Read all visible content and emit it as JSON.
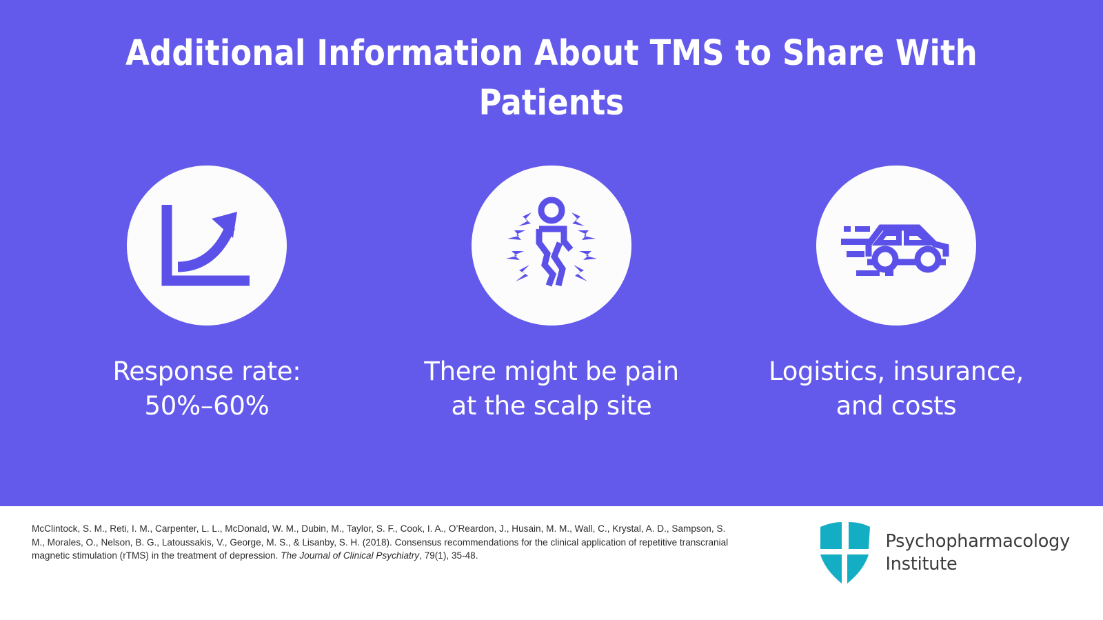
{
  "slide": {
    "background_color": "#6359EA",
    "title": "Additional Information About TMS to Share With Patients"
  },
  "cards": [
    {
      "icon": "growth-chart-arrow-icon",
      "caption": "Response rate:\n50%–60%"
    },
    {
      "icon": "person-in-pain-icon",
      "caption": "There might be pain\nat the scalp site"
    },
    {
      "icon": "car-with-speed-lines-icon",
      "caption": "Logistics, insurance,\nand costs"
    }
  ],
  "footer": {
    "citation": {
      "before_italic": "McClintock, S. M., Reti, I. M., Carpenter, L. L., McDonald, W. M., Dubin, M., Taylor, S. F., Cook, I. A., O’Reardon, J., Husain, M. M., Wall, C., Krystal, A. D., Sampson, S. M., Morales, O., Nelson, B. G., Latoussakis, V., George, M. S., & Lisanby, S. H. (2018). Consensus recommendations for the clinical application of repetitive transcranial magnetic stimulation (rTMS) in the treatment of depression. ",
      "italic": "The Journal of Clinical Psychiatry",
      "after_italic": ", 79(1), 35-48."
    },
    "brand": {
      "name": "Psychopharmacology\nInstitute",
      "mark_color": "#14AEC4",
      "text_color": "#3a3a3a"
    }
  },
  "colors": {
    "background": "#6359EA",
    "circle": "#FCFCFD",
    "icon": "#5B51E8",
    "footer_background": "#FFFFFF",
    "brand_teal": "#14AEC4"
  }
}
